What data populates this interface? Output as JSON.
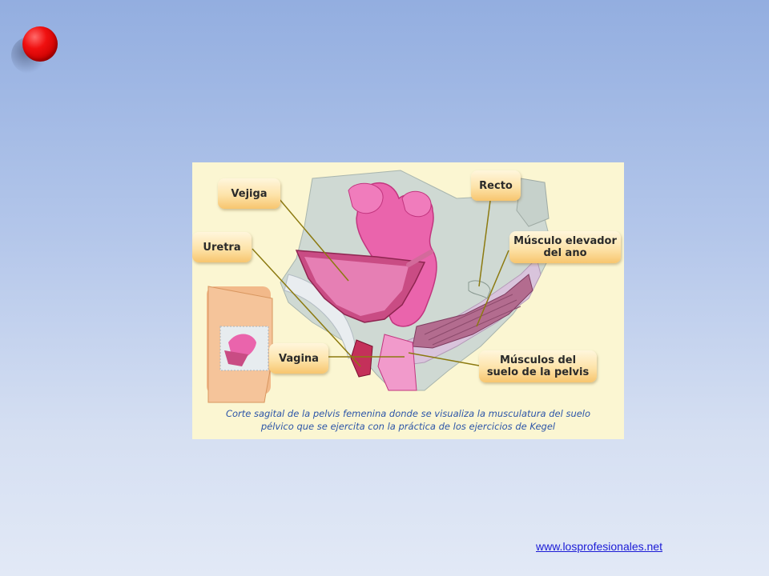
{
  "slide": {
    "bullet_color": "#e60000",
    "background_top": "#93aee0",
    "background_bottom": "#e2e9f6"
  },
  "figure": {
    "labels": {
      "vejiga": "Vejiga",
      "recto": "Recto",
      "uretra": "Uretra",
      "musculo_elevador": "Músculo elevador\ndel ano",
      "vagina": "Vagina",
      "musculos_suelo": "Músculos del\nsuelo de la pelvis"
    },
    "caption_line1": "Corte sagital de la pelvis femenina donde se visualiza la musculatura del suelo",
    "caption_line2": "pélvico que se ejercita con la práctica de los ejercicios de Kegel",
    "colors": {
      "background": "#fbf6d2",
      "organ_pink": "#e85aa8",
      "muscle": "#b86a8c",
      "label_fill": "#fde3a9",
      "leader_line": "#8c7a10",
      "caption_text": "#2c55a8"
    }
  },
  "footer": {
    "link_text": "www.losprofesionales.net"
  }
}
